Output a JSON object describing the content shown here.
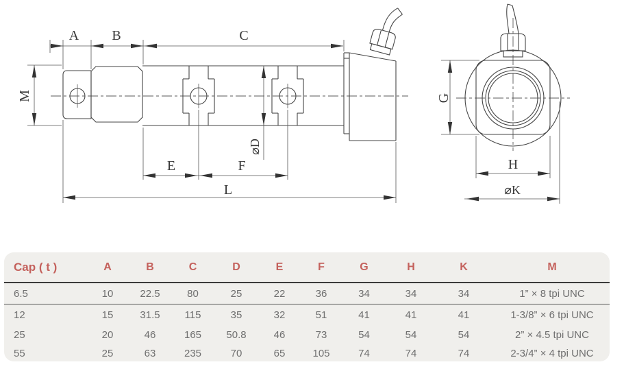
{
  "drawing": {
    "labels": {
      "a": "A",
      "b": "B",
      "c": "C",
      "m": "M",
      "e": "E",
      "f": "F",
      "l": "L",
      "phi_d": "⌀D",
      "g": "G",
      "h": "H",
      "phi_k": "⌀K"
    }
  },
  "table": {
    "cap_label": "Cap ( t )",
    "cols": [
      "A",
      "B",
      "C",
      "D",
      "E",
      "F",
      "G",
      "H",
      "K",
      "M"
    ],
    "rows": [
      {
        "cap": "6.5",
        "vals": [
          "10",
          "22.5",
          "80",
          "25",
          "22",
          "36",
          "34",
          "34",
          "34",
          "1”  × 8 tpi UNC"
        ]
      },
      {
        "cap": "12",
        "vals": [
          "15",
          "31.5",
          "115",
          "35",
          "32",
          "51",
          "41",
          "41",
          "41",
          "1-3/8”  × 6 tpi UNC"
        ]
      },
      {
        "cap": "25",
        "vals": [
          "20",
          "46",
          "165",
          "50.8",
          "46",
          "73",
          "54",
          "54",
          "54",
          "2”  × 4.5 tpi UNC"
        ]
      },
      {
        "cap": "55",
        "vals": [
          "25",
          "63",
          "235",
          "70",
          "65",
          "105",
          "74",
          "74",
          "74",
          "2-3/4”  × 4 tpi UNC"
        ]
      }
    ]
  }
}
